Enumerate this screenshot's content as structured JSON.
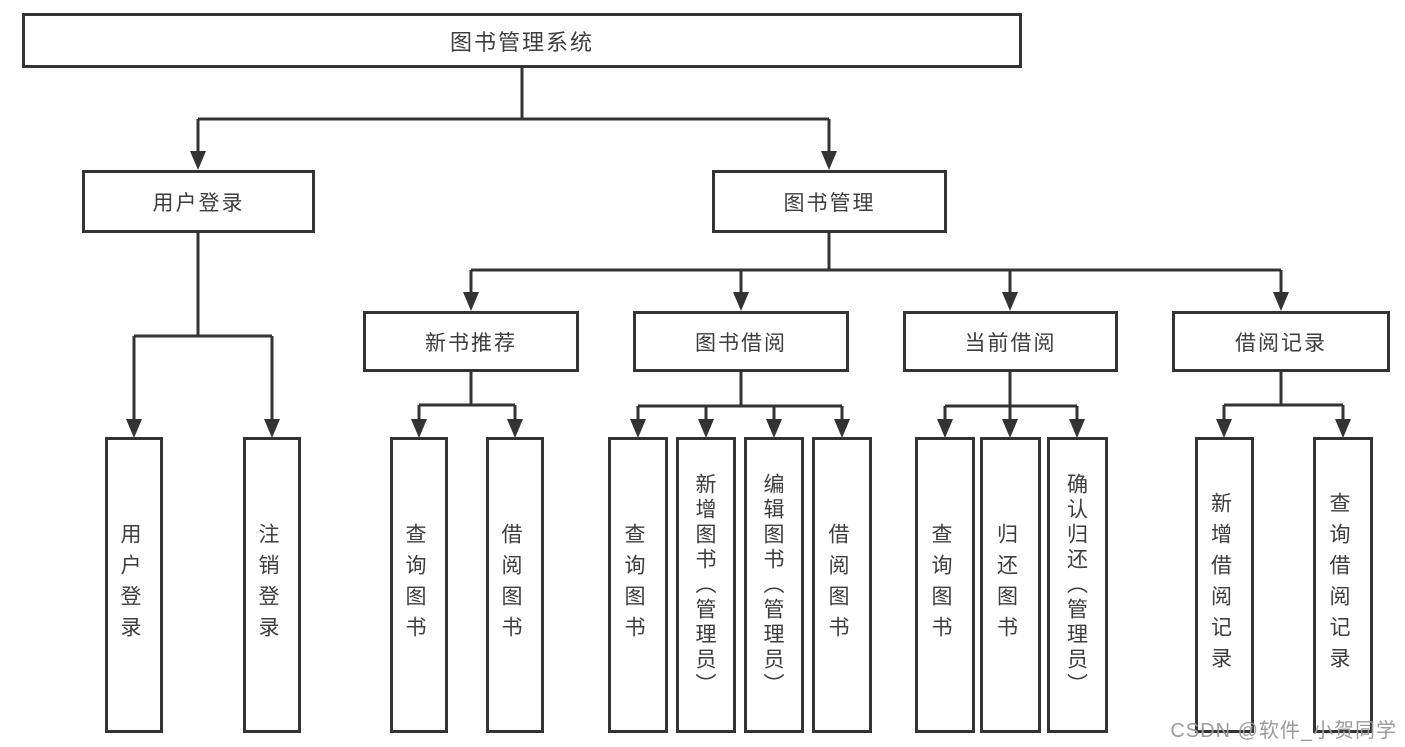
{
  "diagram": {
    "nodes": {
      "root": {
        "label": "图书管理系统"
      },
      "login": {
        "label": "用户登录"
      },
      "mgmt": {
        "label": "图书管理"
      },
      "recommend": {
        "label": "新书推荐"
      },
      "borrow": {
        "label": "图书借阅"
      },
      "current": {
        "label": "当前借阅"
      },
      "records": {
        "label": "借阅记录"
      },
      "user_login": {
        "label": "用户登录"
      },
      "logout": {
        "label": "注销登录"
      },
      "query_book_recommend": {
        "label": "查询图书"
      },
      "borrow_book_recommend": {
        "label": "借阅图书"
      },
      "query_book_borrow": {
        "label": "查询图书"
      },
      "add_book_admin": {
        "label": "新增图书（管理员）"
      },
      "edit_book_admin": {
        "label": "编辑图书（管理员）"
      },
      "borrow_book": {
        "label": "借阅图书"
      },
      "query_book_current": {
        "label": "查询图书"
      },
      "return_book": {
        "label": "归还图书"
      },
      "confirm_return_admin": {
        "label": "确认归还（管理员）"
      },
      "add_borrow_record": {
        "label": "新增借阅记录"
      },
      "query_borrow_record": {
        "label": "查询借阅记录"
      }
    },
    "edges": [
      [
        "root",
        "login"
      ],
      [
        "root",
        "mgmt"
      ],
      [
        "login",
        "user_login"
      ],
      [
        "login",
        "logout"
      ],
      [
        "mgmt",
        "recommend"
      ],
      [
        "mgmt",
        "borrow"
      ],
      [
        "mgmt",
        "current"
      ],
      [
        "mgmt",
        "records"
      ],
      [
        "recommend",
        "query_book_recommend"
      ],
      [
        "recommend",
        "borrow_book_recommend"
      ],
      [
        "borrow",
        "query_book_borrow"
      ],
      [
        "borrow",
        "add_book_admin"
      ],
      [
        "borrow",
        "edit_book_admin"
      ],
      [
        "borrow",
        "borrow_book"
      ],
      [
        "current",
        "query_book_current"
      ],
      [
        "current",
        "return_book"
      ],
      [
        "current",
        "confirm_return_admin"
      ],
      [
        "records",
        "add_borrow_record"
      ],
      [
        "records",
        "query_borrow_record"
      ]
    ],
    "colors": {
      "line": "#333333",
      "text": "#3d3d3d",
      "background": "#ffffff",
      "watermark": "#9b9b9b"
    },
    "watermark": "CSDN @软件_小贺同学"
  }
}
